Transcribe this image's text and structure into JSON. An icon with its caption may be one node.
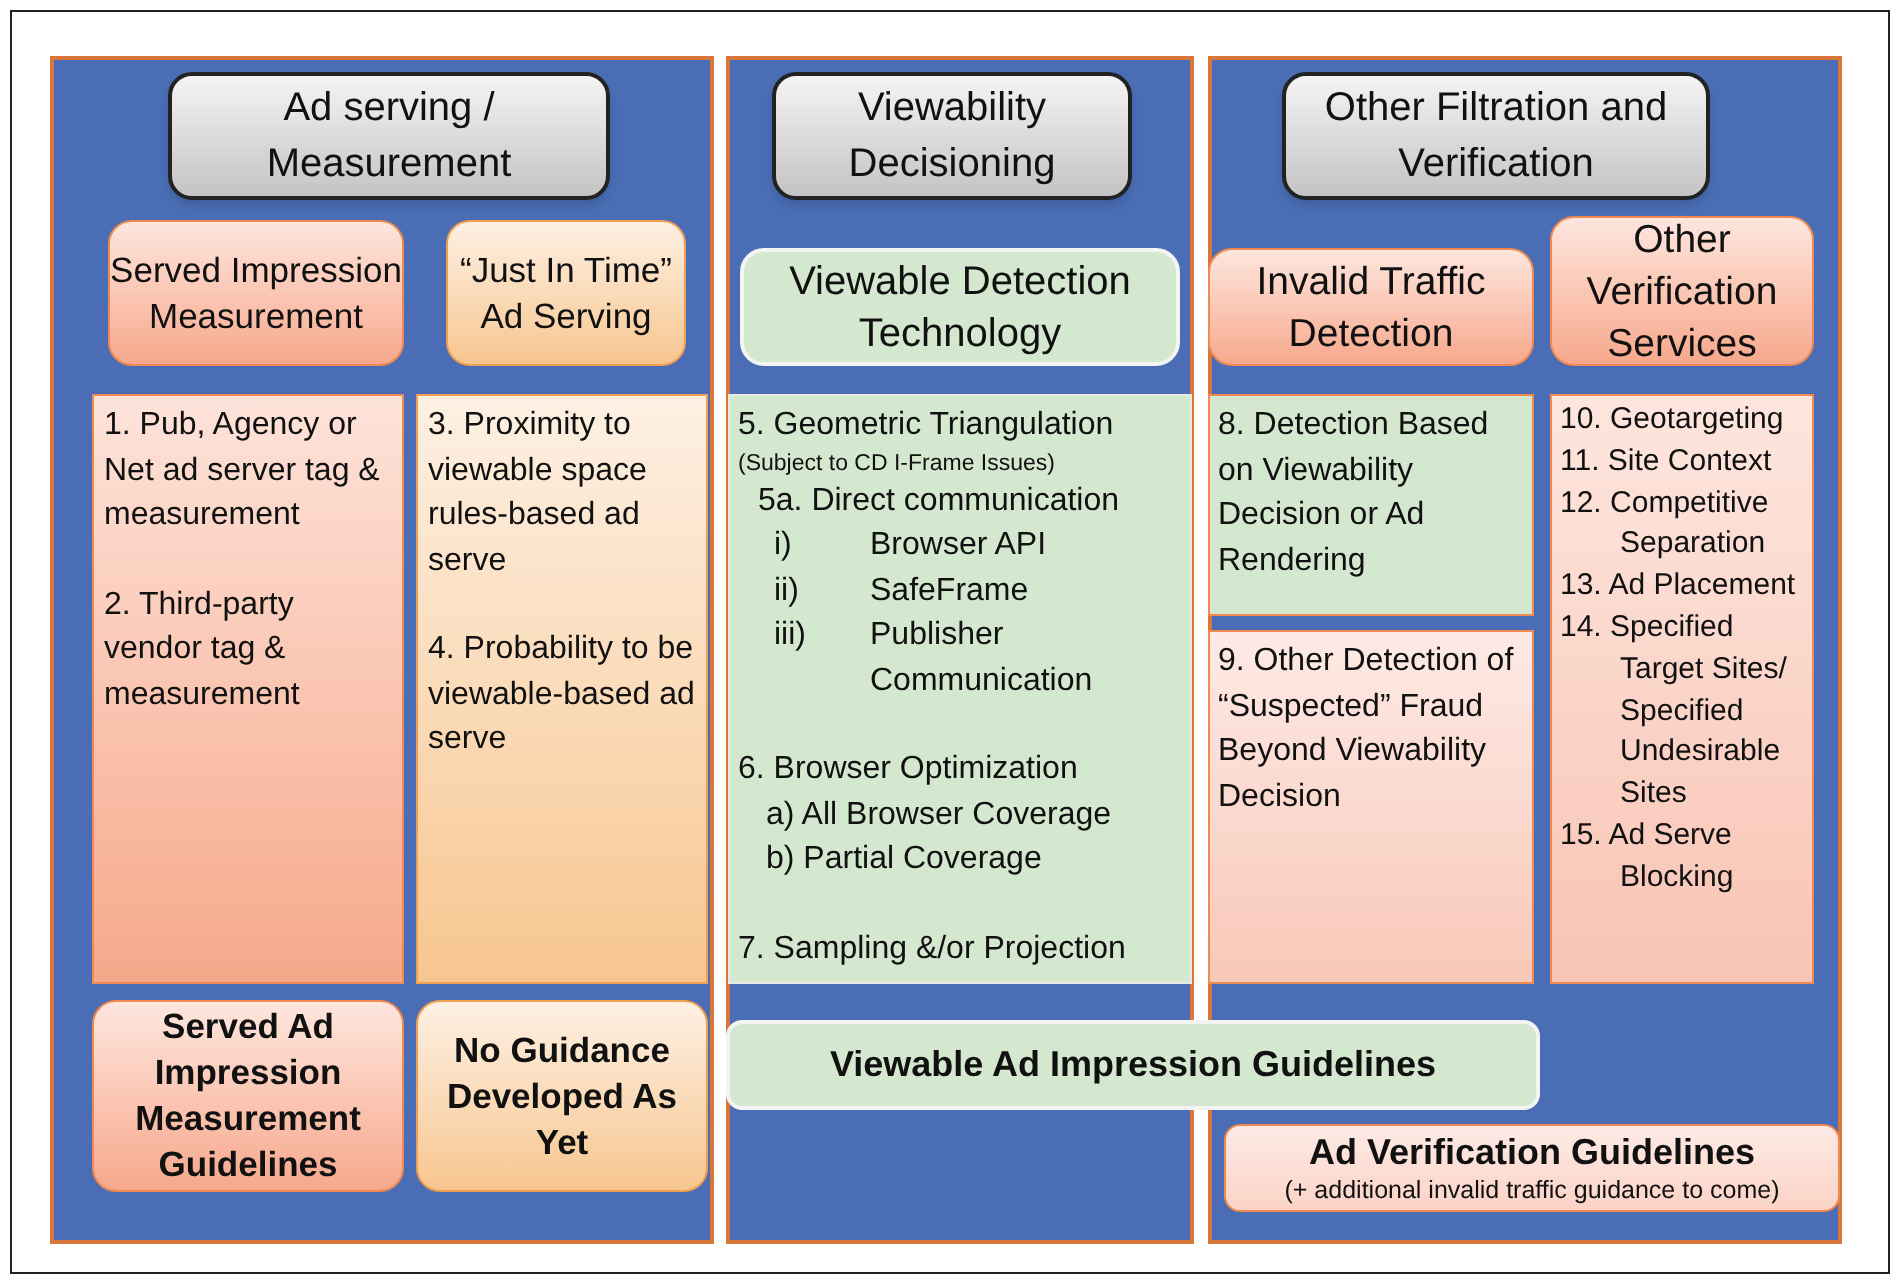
{
  "diagram": {
    "nodes": [
      {
        "text": [],
        "shape": "box"
      },
      {
        "text": [
          "Ad serving / Measurement"
        ],
        "in": 0
      },
      {
        "text": [
          "Served Impression Measurement"
        ],
        "in": 0
      },
      {
        "text": [
          "“Just In Time” Ad Serving"
        ],
        "in": 0
      },
      {
        "text": [
          "1. Pub, Agency or Net ad server tag & measurement",
          "2. Third-party vendor tag & measurement"
        ],
        "in": 0
      },
      {
        "text": [
          "3. Proximity to viewable space rules-based ad serve",
          "4. Probability to be viewable-based ad serve"
        ],
        "in": 0
      },
      {
        "text": [
          "Served Ad Impression Measurement Guidelines"
        ],
        "in": 0
      },
      {
        "text": [
          "No Guidance Developed As Yet"
        ],
        "in": 0
      },
      {
        "text": [],
        "shape": "box"
      },
      {
        "text": [
          "Viewability Decisioning"
        ],
        "in": 8
      },
      {
        "text": [
          "Viewable Detection Technology"
        ],
        "in": 8
      },
      {
        "text": [
          "5. Geometric Triangulation",
          "(Subject to CD I-Frame Issues)",
          "5a. Direct communication",
          "i)",
          "Browser API",
          "ii)",
          "SafeFrame",
          "iii)",
          "Publisher Communication",
          "6. Browser Optimization",
          "a) All Browser Coverage",
          "b) Partial Coverage",
          "7. Sampling &/or Projection"
        ],
        "in": 8
      },
      {
        "text": [],
        "shape": "box"
      },
      {
        "text": [
          "Other Filtration and Verification"
        ],
        "in": 12
      },
      {
        "text": [
          "Invalid Traffic Detection"
        ],
        "in": 12
      },
      {
        "text": [
          "Other Verification Services"
        ],
        "in": 12
      },
      {
        "text": [
          "8. Detection Based on Viewability Decision or Ad Rendering"
        ],
        "in": 12
      },
      {
        "text": [
          "9. Other Detection of “Suspected” Fraud Beyond Viewability Decision"
        ],
        "in": 12
      },
      {
        "text": [
          "10. Geotargeting",
          "11. Site Context",
          "12. Competitive Separation",
          "13. Ad Placement",
          "14. Specified Target Sites/ Specified Undesirable Sites",
          "15. Ad Serve Blocking"
        ],
        "in": 12
      },
      {
        "text": [
          "Viewable Ad Impression Guidelines"
        ]
      },
      {
        "text": [
          "Ad Verification Guidelines",
          "(+ additional invalid traffic guidance to come)"
        ],
        "in": 12
      }
    ]
  }
}
